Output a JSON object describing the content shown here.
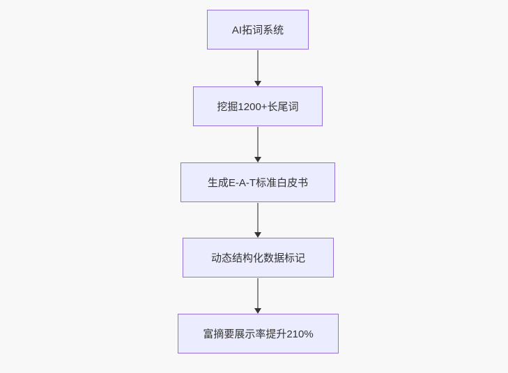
{
  "page": {
    "background_color": "#f8f8f8"
  },
  "flowchart": {
    "type": "vertical-flowchart",
    "node_fill_color": "#ECECFF",
    "node_border_color": "#9370DB",
    "edge_color": "#8a8a8a",
    "arrowhead_color": "#333333",
    "text_color": "#333333",
    "nodes": [
      {
        "id": "n1",
        "label": "AI拓词系统"
      },
      {
        "id": "n2",
        "label": "挖掘1200+长尾词"
      },
      {
        "id": "n3",
        "label": "生成E-A-T标准白皮书"
      },
      {
        "id": "n4",
        "label": "动态结构化数据标记"
      },
      {
        "id": "n5",
        "label": "富摘要展示率提升210%"
      }
    ],
    "edges": [
      {
        "from": "n1",
        "to": "n2"
      },
      {
        "from": "n2",
        "to": "n3"
      },
      {
        "from": "n3",
        "to": "n4"
      },
      {
        "from": "n4",
        "to": "n5"
      }
    ]
  }
}
